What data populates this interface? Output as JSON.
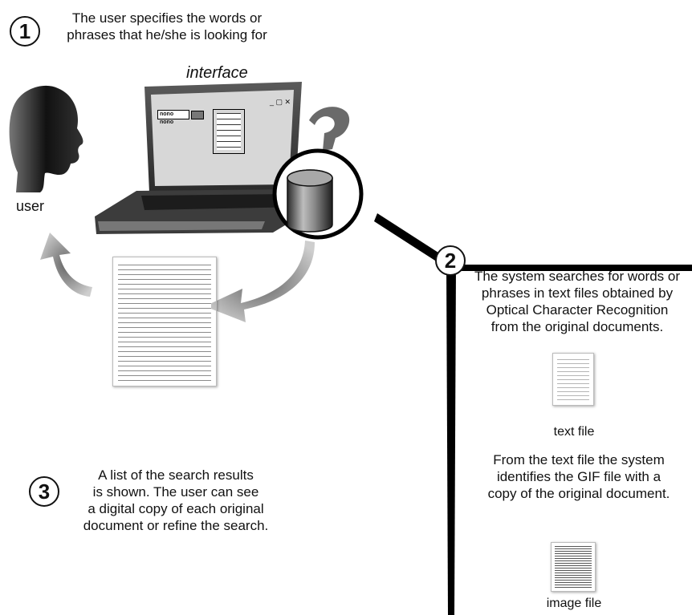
{
  "step1": {
    "number": "1",
    "text_line1": "The user specifies the words or",
    "text_line2": "phrases that he/she is looking for"
  },
  "interface_label": "interface",
  "user_label": "user",
  "laptop_screen": {
    "search_box_text": "nono nono",
    "window_controls": "_ ▢ ✕"
  },
  "step2": {
    "number": "2",
    "text_line1": "The system searches for words or",
    "text_line2": "phrases in text files obtained by",
    "text_line3": "Optical Character Recognition",
    "text_line4": "from the original documents."
  },
  "text_file_label": "text file",
  "step2b": {
    "text_line1": "From the text file the system",
    "text_line2": "identifies the GIF file with a",
    "text_line3": "copy of the original document."
  },
  "image_file_label": "image file",
  "step3": {
    "number": "3",
    "text_line1": "A list of the search results",
    "text_line2": "is shown. The user can see",
    "text_line3": "a digital copy of each original",
    "text_line4": "document or refine the search."
  }
}
